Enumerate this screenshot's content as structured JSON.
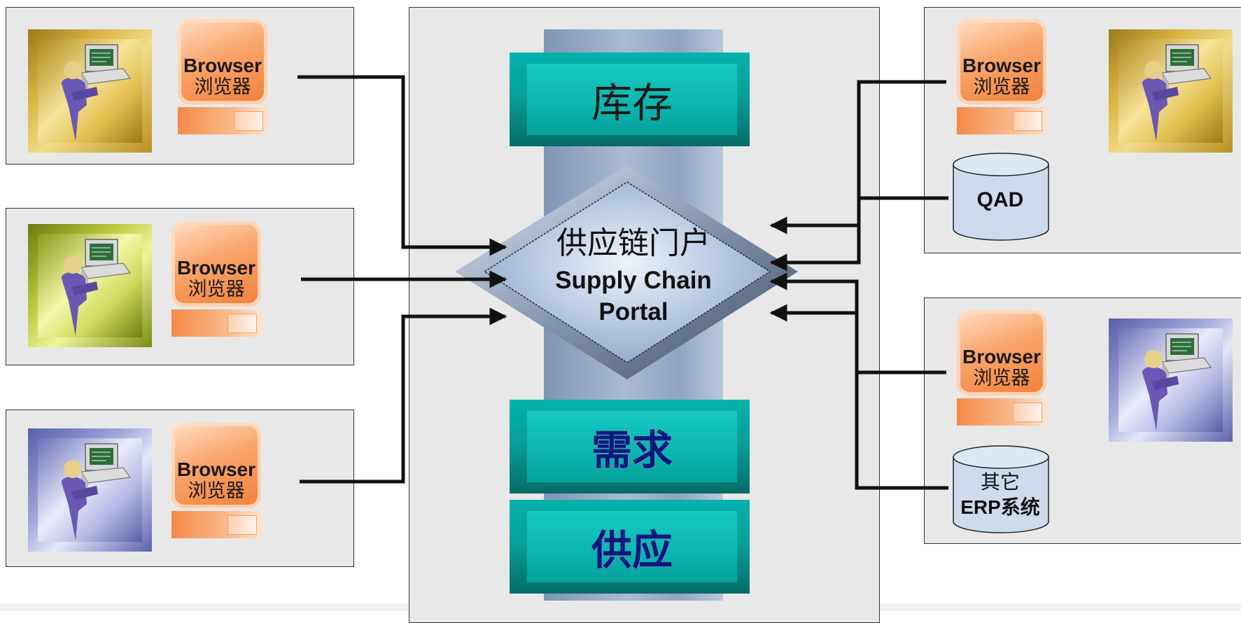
{
  "browser": {
    "label_en": "Browser",
    "label_zh": "浏览器"
  },
  "left_users": [
    {
      "tile_color": "gold"
    },
    {
      "tile_color": "olive"
    },
    {
      "tile_color": "blue"
    }
  ],
  "right_top": {
    "database_label": "QAD",
    "tile_color": "gold"
  },
  "right_bottom": {
    "database_label_line1": "其它",
    "database_label_line2": "ERP系统",
    "tile_color": "blue"
  },
  "portal": {
    "label_zh": "供应链门户",
    "label_en_line1": "Supply Chain",
    "label_en_line2": "Portal"
  },
  "modules": {
    "top": "库存",
    "middle": "需求",
    "bottom": "供应"
  },
  "colors": {
    "panel": "#e8e8e8",
    "teal": "#0ab5ae",
    "column": "#9fb3cf",
    "browser_orange": "#f58a48",
    "connector": "#111111"
  },
  "icons": [
    "user-at-computer-icon",
    "browser-icon",
    "database-icon",
    "arrow-icon"
  ]
}
